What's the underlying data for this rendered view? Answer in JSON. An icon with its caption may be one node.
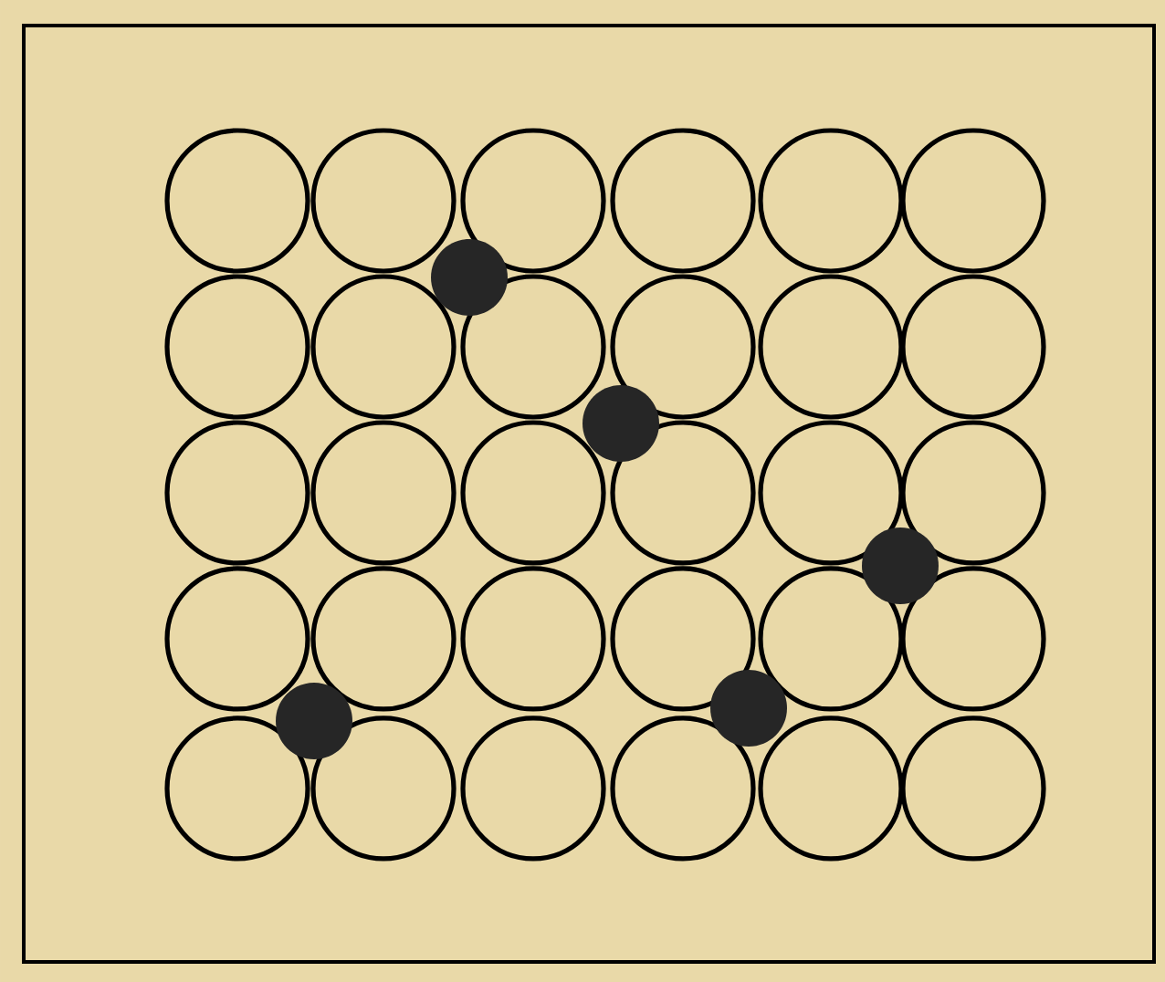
{
  "diagram": {
    "nodes": [
      {
        "text": [],
        "shape": "circle"
      },
      {
        "text": [],
        "shape": "circle"
      },
      {
        "text": [],
        "shape": "circle"
      },
      {
        "text": [],
        "shape": "circle"
      },
      {
        "text": [],
        "shape": "circle"
      },
      {
        "text": [],
        "shape": "circle"
      },
      {
        "text": [],
        "shape": "circle"
      },
      {
        "text": [],
        "shape": "circle"
      },
      {
        "text": [],
        "shape": "circle"
      },
      {
        "text": [],
        "shape": "circle"
      },
      {
        "text": [],
        "shape": "circle"
      },
      {
        "text": [],
        "shape": "circle"
      },
      {
        "text": [],
        "shape": "circle"
      },
      {
        "text": [],
        "shape": "circle"
      },
      {
        "text": [],
        "shape": "circle"
      },
      {
        "text": [],
        "shape": "circle"
      },
      {
        "text": [],
        "shape": "circle"
      },
      {
        "text": [],
        "shape": "circle"
      },
      {
        "text": [],
        "shape": "circle"
      },
      {
        "text": [],
        "shape": "circle"
      },
      {
        "text": [],
        "shape": "circle"
      },
      {
        "text": [],
        "shape": "circle"
      },
      {
        "text": [],
        "shape": "circle"
      },
      {
        "text": [],
        "shape": "circle"
      },
      {
        "text": [],
        "shape": "circle"
      },
      {
        "text": [],
        "shape": "circle"
      },
      {
        "text": [],
        "shape": "circle"
      },
      {
        "text": [],
        "shape": "circle"
      },
      {
        "text": [],
        "shape": "circle"
      },
      {
        "text": [],
        "shape": "circle"
      },
      {
        "text": [],
        "shape": "dot"
      },
      {
        "text": [],
        "shape": "dot"
      },
      {
        "text": [],
        "shape": "dot"
      },
      {
        "text": [],
        "shape": "dot"
      },
      {
        "text": [],
        "shape": "dot"
      }
    ]
  }
}
